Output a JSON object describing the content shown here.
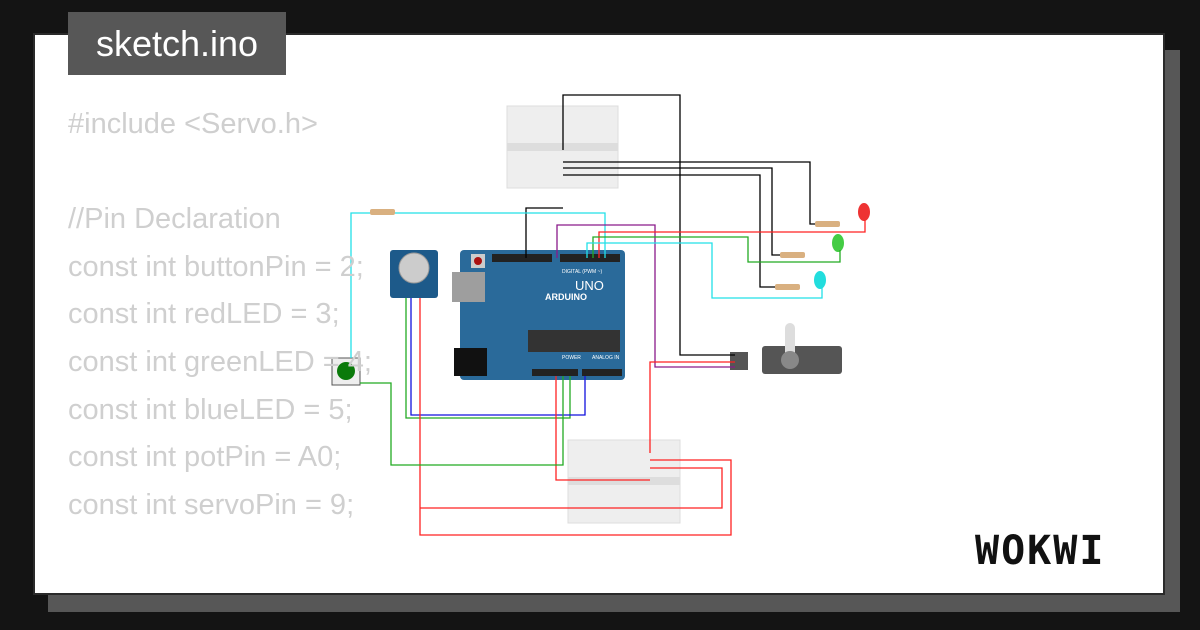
{
  "title": "sketch.ino",
  "code_lines": [
    "#include <Servo.h>",
    "",
    "//Pin Declaration",
    "const int buttonPin = 2;",
    "const int redLED = 3;",
    "const int greenLED = 4;",
    "const int blueLED = 5;",
    "const int potPin = A0;",
    "const int servoPin = 9;"
  ],
  "board": {
    "name": "UNO",
    "brand": "ARDUINO",
    "header_digital": "DIGITAL (PWM ~)",
    "header_power": "POWER",
    "header_analog": "ANALOG IN"
  },
  "logo": "WOKWI",
  "colors": {
    "board": "#2a6a9a",
    "wire_red": "#ff2222",
    "wire_black": "#000000",
    "wire_cyan": "#22e0e8",
    "wire_green": "#22aa22",
    "wire_blue": "#1111dd",
    "wire_purple": "#8a1a8a"
  }
}
